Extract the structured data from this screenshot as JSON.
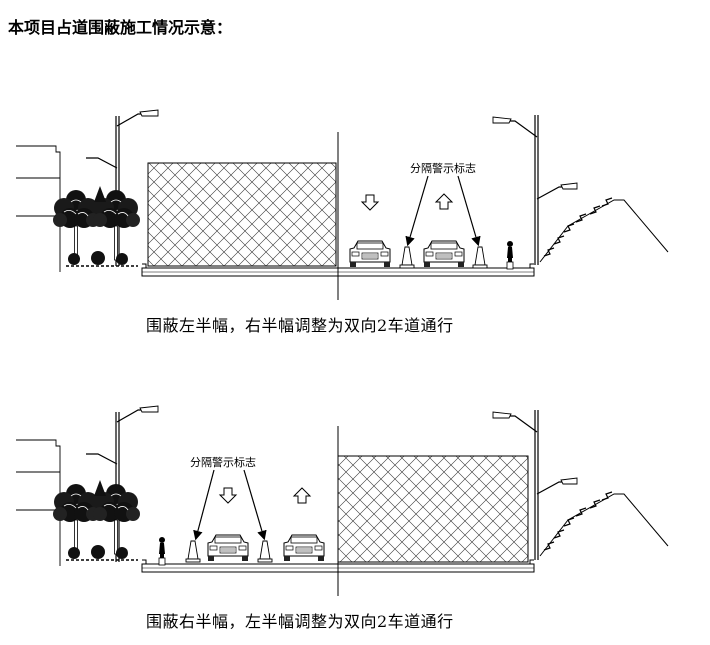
{
  "title": "本项目占道围蔽施工情况示意：",
  "panels": [
    {
      "id": "top",
      "sign_label": "分隔警示标志",
      "caption": "围蔽左半幅，右半幅调整为双向2车道通行"
    },
    {
      "id": "bottom",
      "sign_label": "分隔警示标志",
      "caption": "围蔽右半幅，左半幅调整为双向2车道通行"
    }
  ],
  "icons": [
    "street-lamp-icon",
    "tree-icon",
    "shrub-icon",
    "car-icon",
    "traffic-cone-icon",
    "cyclist-icon",
    "arrow-up-icon",
    "arrow-down-icon"
  ]
}
